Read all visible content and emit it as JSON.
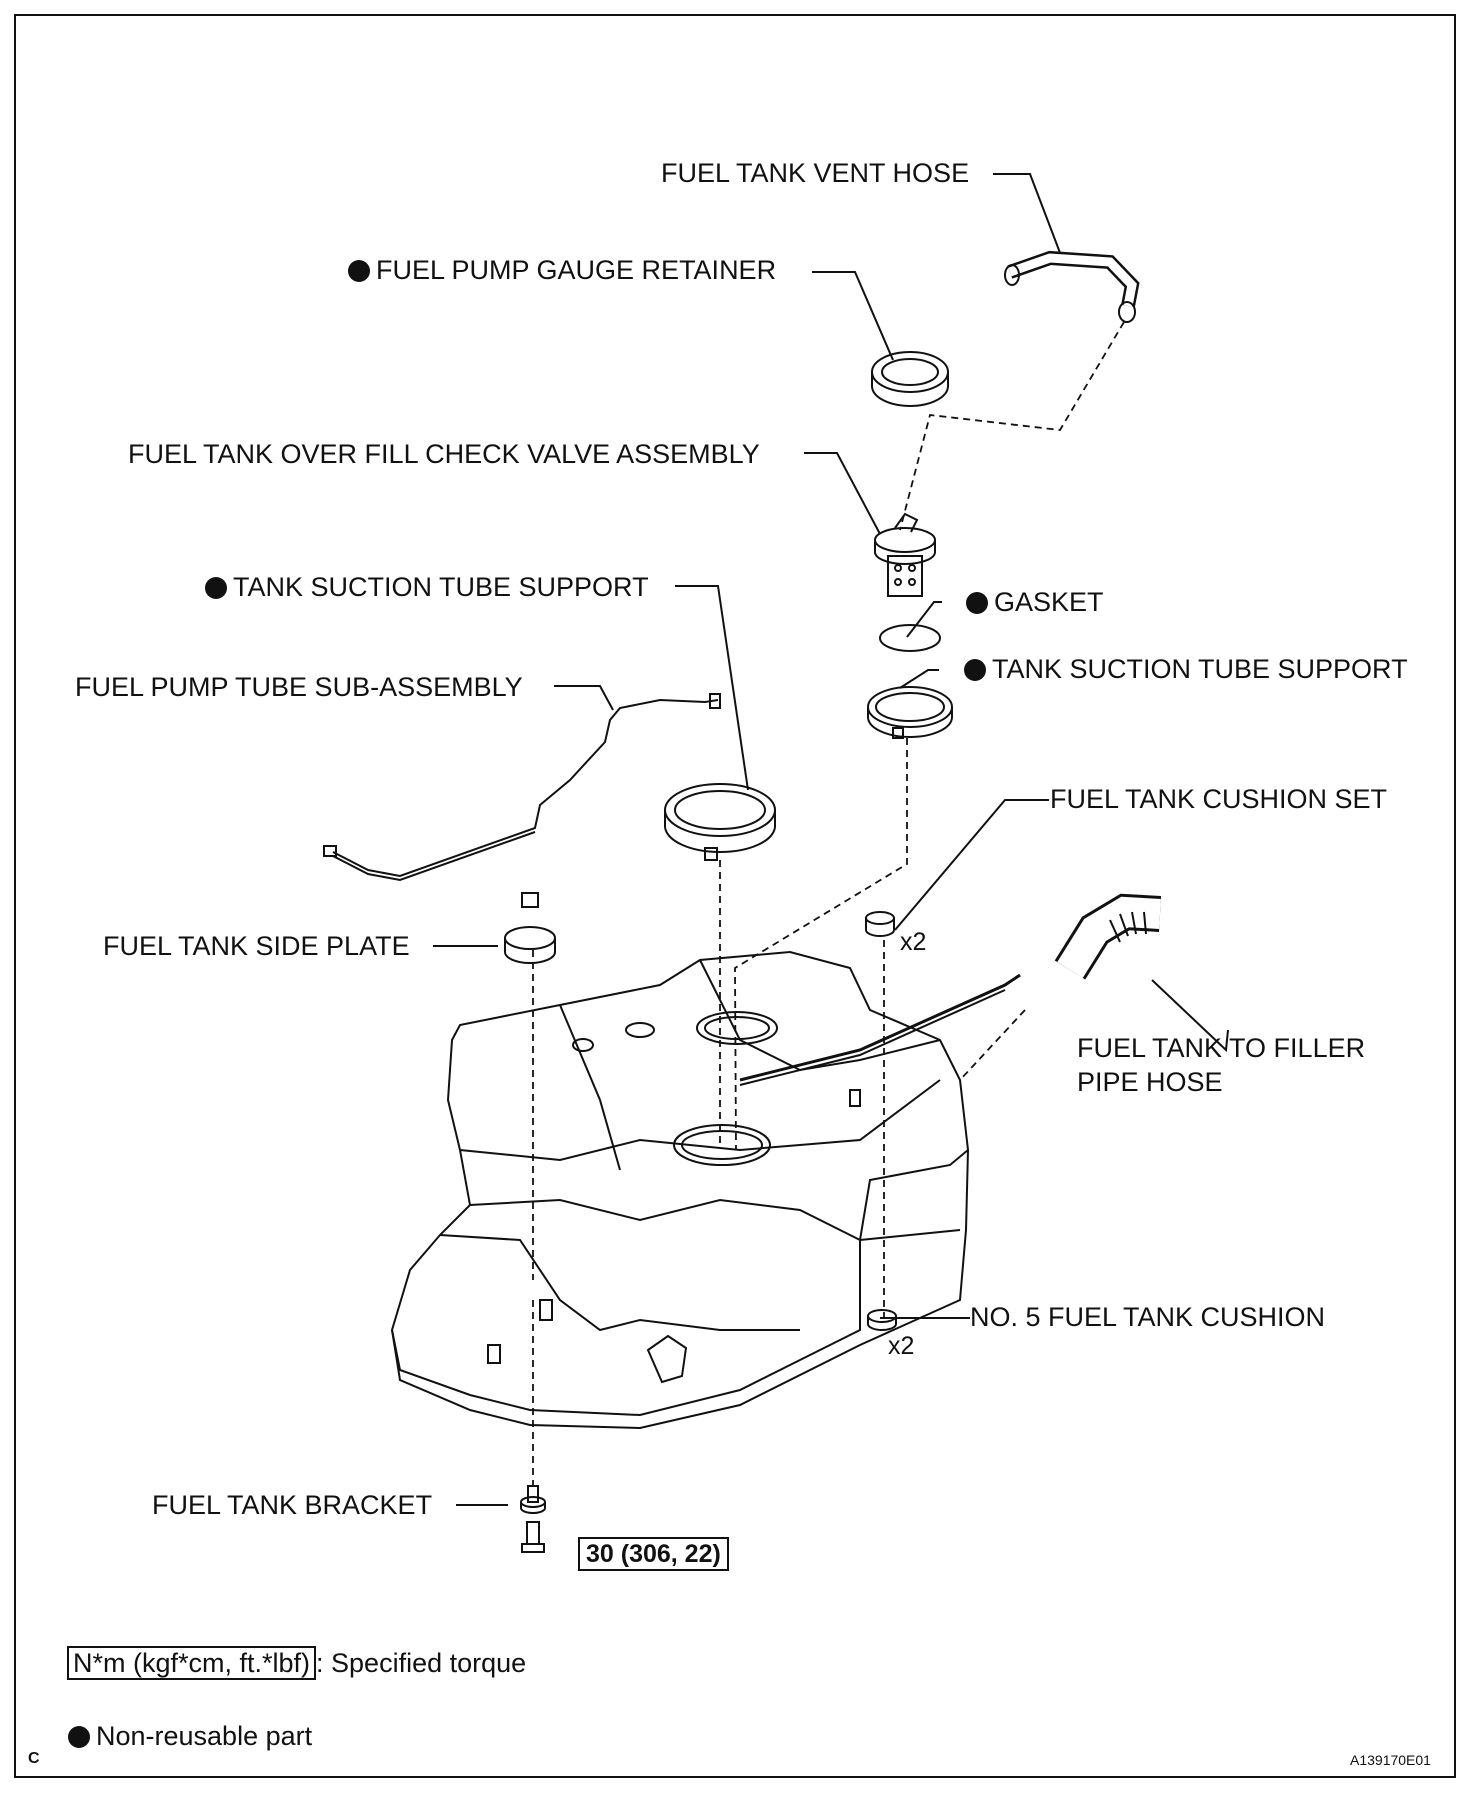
{
  "labels": {
    "vent_hose": "FUEL TANK VENT HOSE",
    "gauge_retainer": "FUEL PUMP GAUGE RETAINER",
    "check_valve": "FUEL TANK OVER FILL CHECK VALVE ASSEMBLY",
    "suction_support_left": "TANK SUCTION TUBE SUPPORT",
    "gasket": "GASKET",
    "suction_support_right": "TANK SUCTION TUBE SUPPORT",
    "pump_tube": "FUEL PUMP TUBE SUB-ASSEMBLY",
    "cushion_set": "FUEL TANK CUSHION SET",
    "side_plate": "FUEL TANK SIDE PLATE",
    "filler_hose_1": "FUEL TANK TO FILLER",
    "filler_hose_2": "PIPE HOSE",
    "no5_cushion": "NO. 5 FUEL TANK CUSHION",
    "bracket": "FUEL TANK BRACKET"
  },
  "quantities": {
    "cushion_set_qty": "x2",
    "no5_cushion_qty": "x2"
  },
  "torque_value": "30 (306, 22)",
  "legend": {
    "torque_box": "N*m (kgf*cm, ft.*lbf)",
    "torque_text": ": Specified torque",
    "nonreusable_text": "Non-reusable part"
  },
  "corner": {
    "left": "C",
    "right": "A139170E01"
  }
}
